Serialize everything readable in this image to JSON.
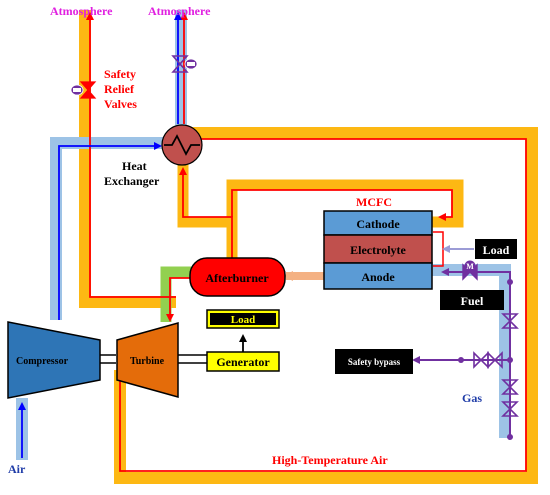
{
  "labels": {
    "atmosphere_left": "Atmosphere",
    "atmosphere_right": "Atmosphere",
    "safety_relief_line1": "Safety",
    "safety_relief_line2": "Relief",
    "safety_relief_line3": "Valves",
    "heat_exchanger_line1": "Heat",
    "heat_exchanger_line2": "Exchanger",
    "mcfc": "MCFC",
    "cathode": "Cathode",
    "electrolyte": "Electrolyte",
    "anode": "Anode",
    "load_fc": "Load",
    "afterburner": "Afterburner",
    "fuel": "Fuel",
    "load_gen": "Load",
    "generator": "Generator",
    "compressor": "Compressor",
    "turbine": "Turbine",
    "safety_bypass": "Safety bypass",
    "gas": "Gas",
    "air": "Air",
    "high_temp_air": "High-Temperature Air",
    "valve_symbol": "M"
  },
  "colors": {
    "pipe_orange": "#FDB813",
    "pipe_blue": "#9DC3E6",
    "pipe_green": "#92D050",
    "pipe_peach": "#F4B183",
    "flow_red": "#FF0000",
    "flow_blue": "#0000FF",
    "flow_purple": "#7030A0",
    "magenta": "#E020E0",
    "cell_blue": "#5B9BD5",
    "cell_red": "#C0504D",
    "compressor_blue": "#2E75B6",
    "turbine_orange": "#E46C0A",
    "gen_yellow": "#FFFF00",
    "gas_label": "#1F3CA8"
  },
  "icons": [
    "heat-exchanger-icon",
    "motorized-valve-icon",
    "check-valve-icon",
    "arrow-icon"
  ]
}
